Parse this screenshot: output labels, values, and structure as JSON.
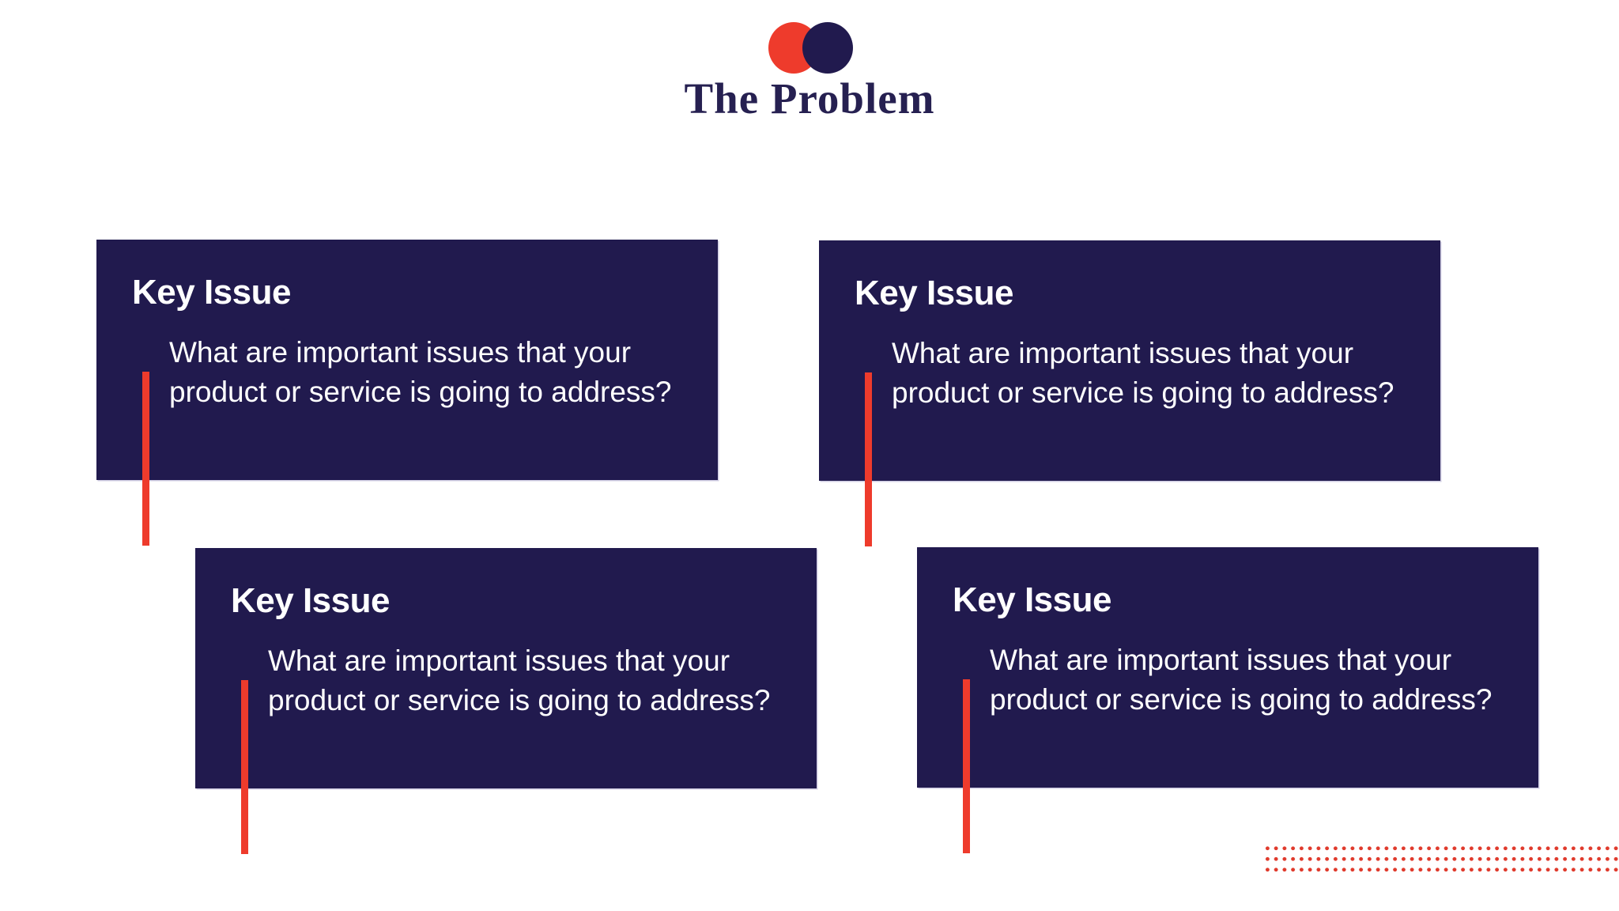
{
  "theme": {
    "card_navy": "#211a4e",
    "accent_red": "#ee3b2c",
    "dots_red": "#e03a2c",
    "title_navy": "#262051",
    "background": "#ffffff",
    "text_white": "#ffffff"
  },
  "header": {
    "title": "The Problem",
    "logo": {
      "left_circle_color": "#ee3b2c",
      "right_circle_color": "#211a4e"
    }
  },
  "cards": [
    {
      "heading": "Key Issue",
      "body": "What are important issues that your\nproduct or service is going to address?"
    },
    {
      "heading": "Key Issue",
      "body": "What are important issues that your\nproduct or service is going to address?"
    },
    {
      "heading": "Key Issue",
      "body": "What are important issues that your\nproduct or service is going to address?"
    },
    {
      "heading": "Key Issue",
      "body": "What are important issues that your\nproduct or service is going to address?"
    }
  ]
}
